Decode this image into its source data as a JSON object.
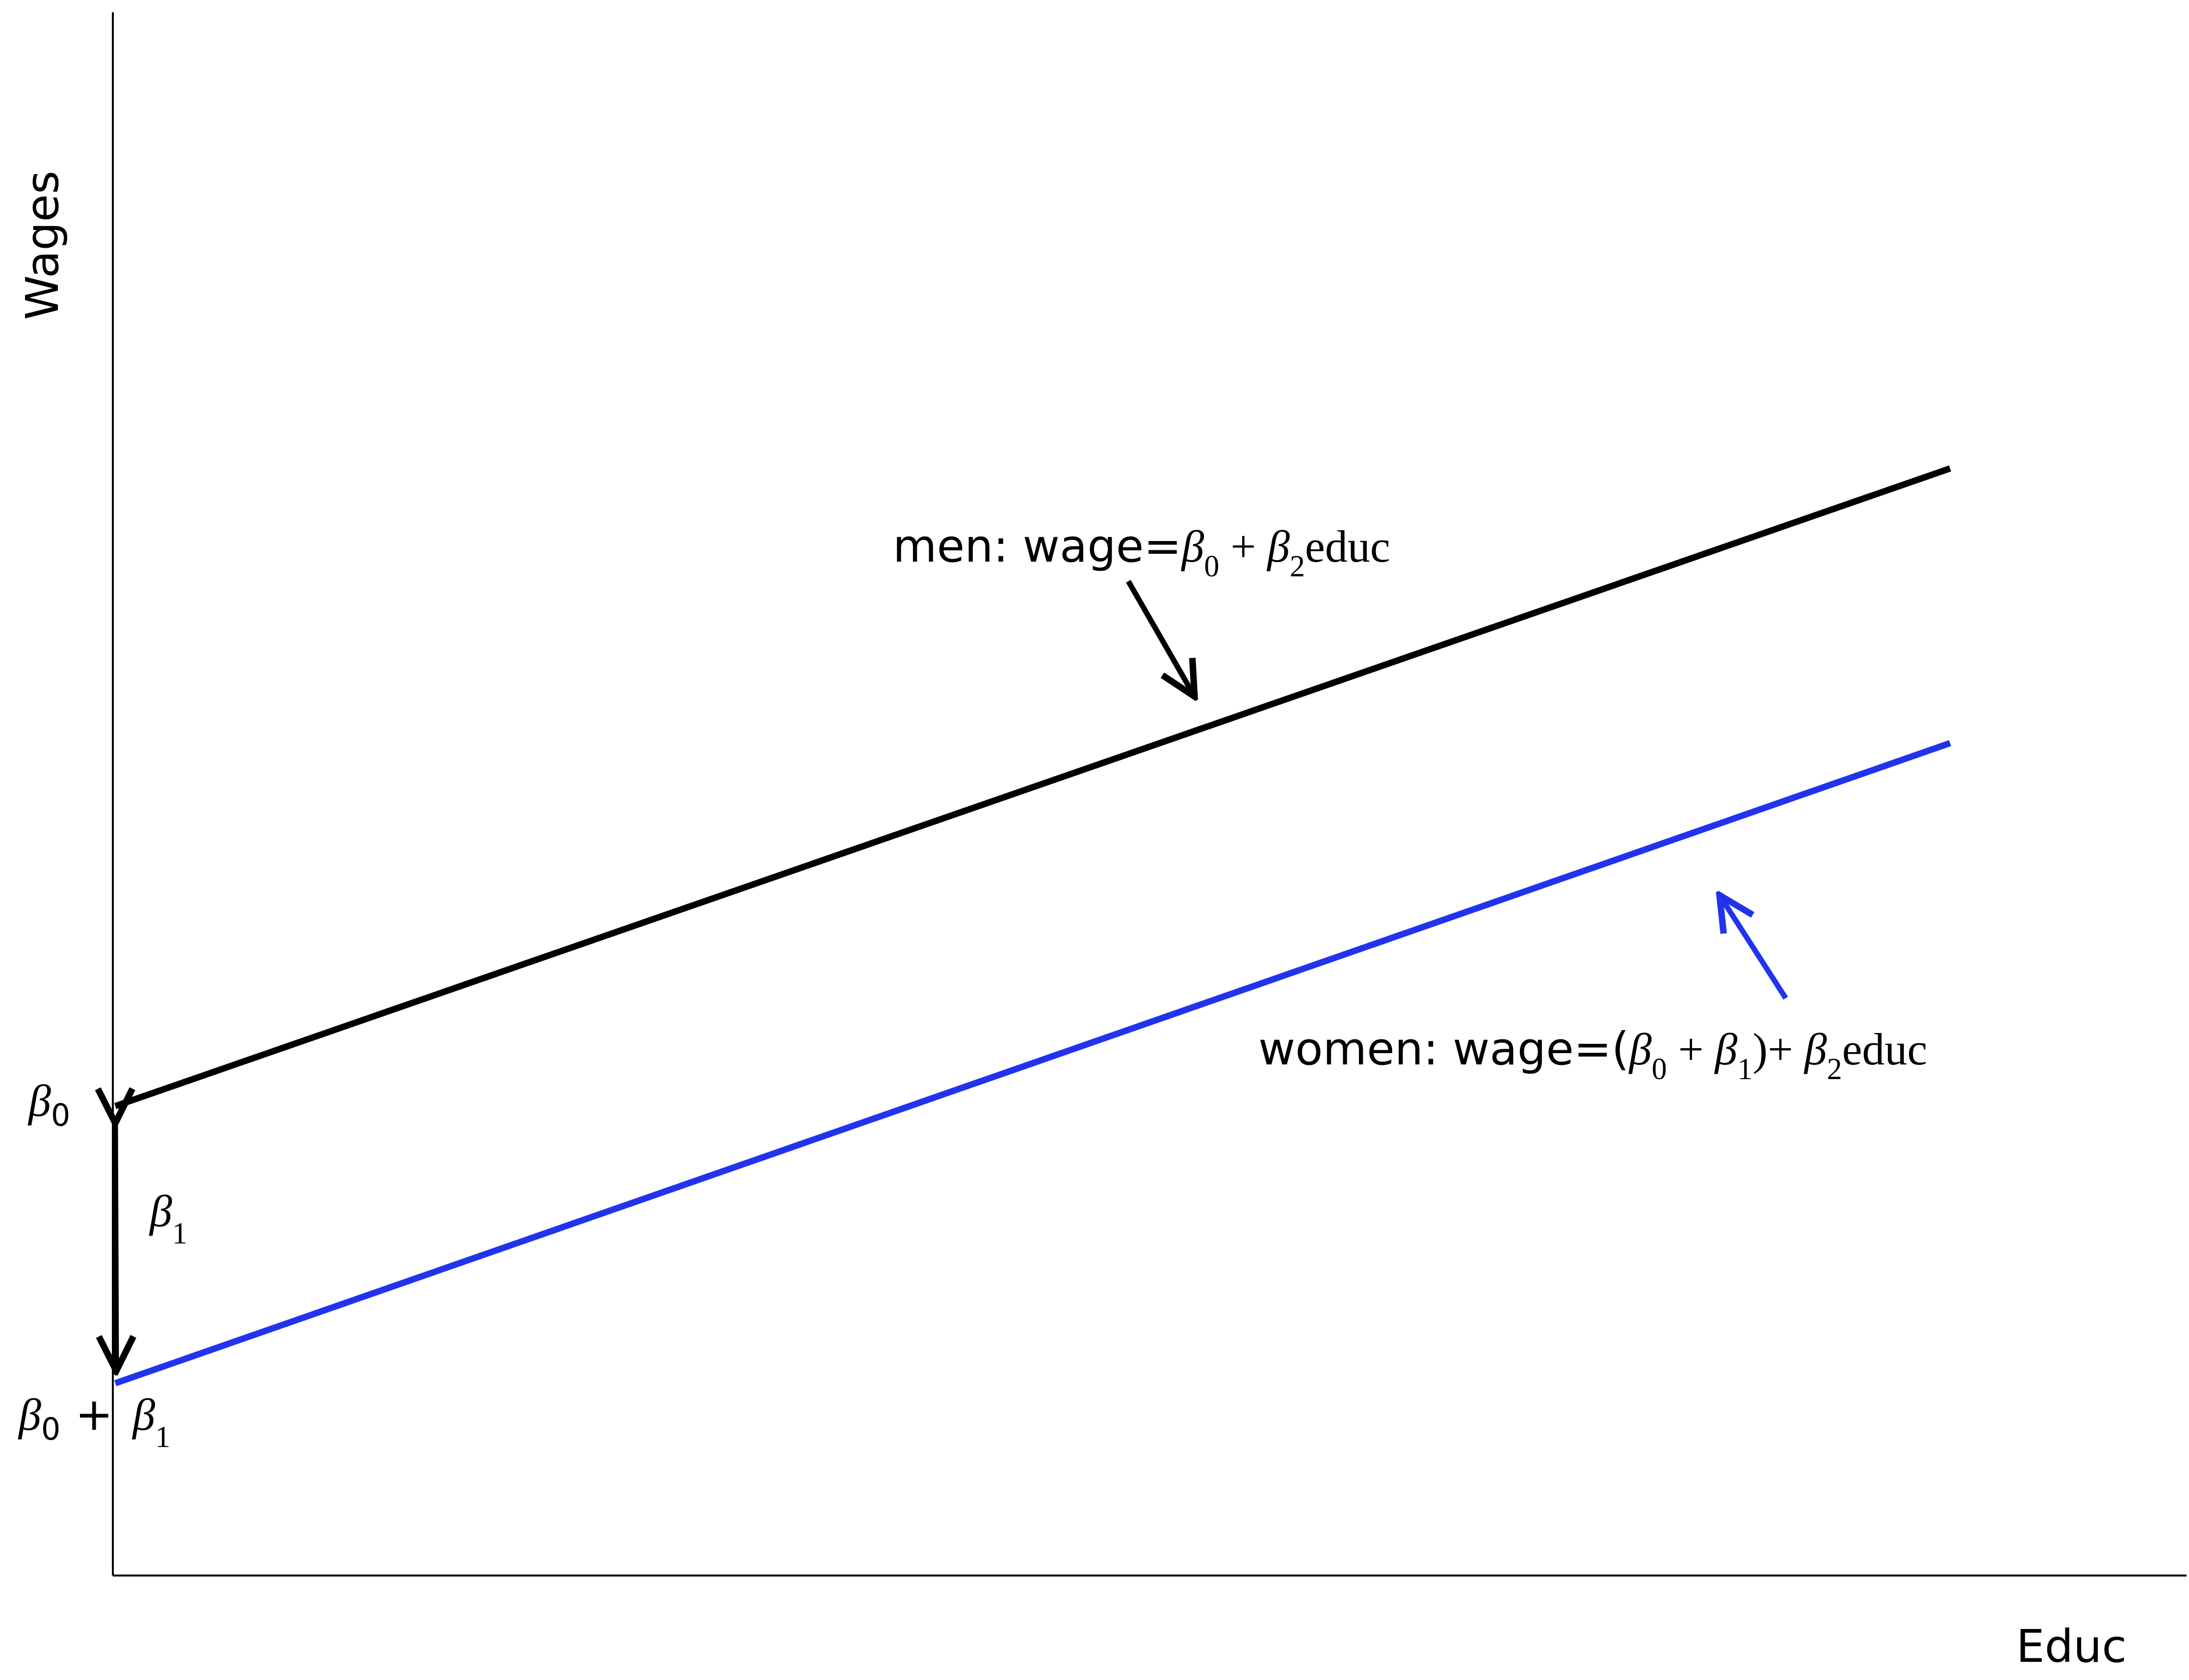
{
  "axes": {
    "y_label": "Wages",
    "x_label": "Educ"
  },
  "lines": {
    "men": {
      "color": "#000000",
      "label_text": "men: wage=",
      "beta0": "β",
      "beta0_sub": "0",
      "plus": " + ",
      "beta2": "β",
      "beta2_sub": "2",
      "educ": "educ"
    },
    "women": {
      "color": "#2233ee",
      "label_text": "women: wage=(",
      "beta0": "β",
      "beta0_sub": "0",
      "plus": " + ",
      "beta1": "β",
      "beta1_sub": "1",
      "close": ")+ ",
      "beta2": "β",
      "beta2_sub": "2",
      "educ": "educ"
    }
  },
  "intercepts": {
    "men": {
      "beta": "β",
      "sub": "0"
    },
    "gap": {
      "beta": "β",
      "sub": "1"
    },
    "women": {
      "beta0": "β",
      "sub0": "0",
      "plus": "+",
      "beta1": "β",
      "sub1": "1"
    }
  }
}
